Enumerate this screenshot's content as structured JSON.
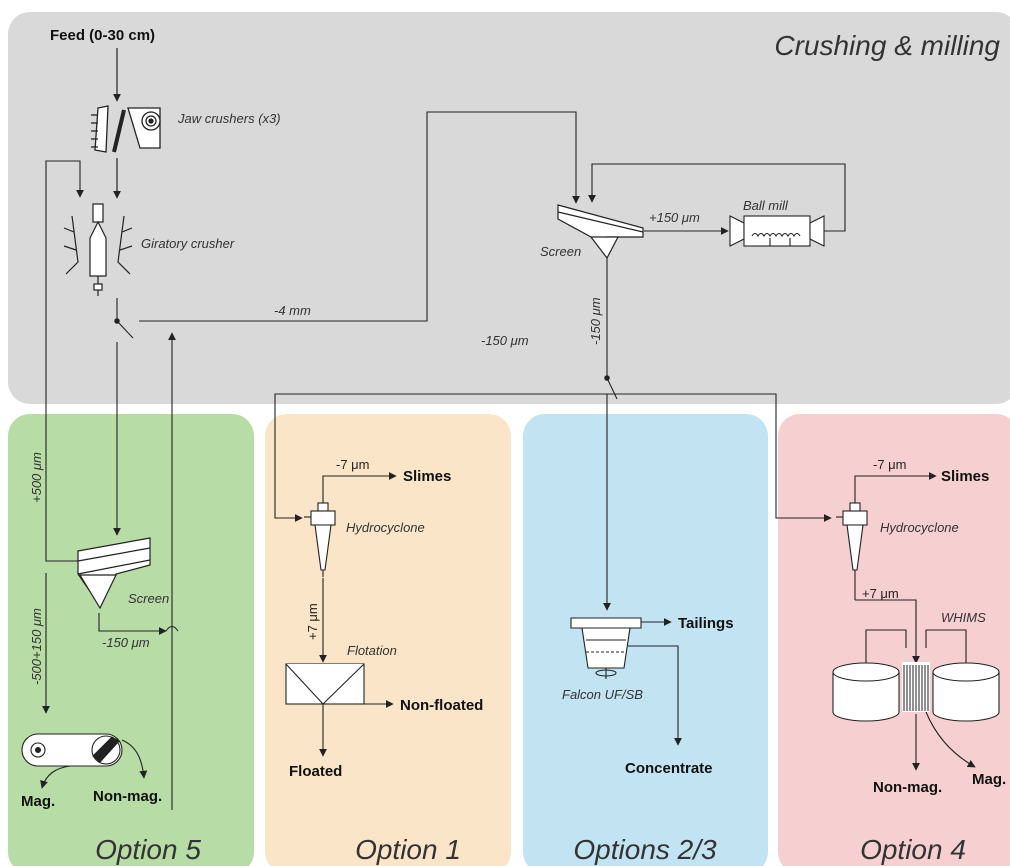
{
  "colors": {
    "crushing_bg": "#d9d9d9",
    "option5_bg": "#b7dca6",
    "option1_bg": "#fbe5c8",
    "option23_bg": "#c2e3f1",
    "option4_bg": "#f6cfd1",
    "line": "#222222"
  },
  "sections": {
    "crushing": "Crushing & milling",
    "option5": "Option 5",
    "option1": "Option 1",
    "option23": "Options 2/3",
    "option4": "Option 4"
  },
  "crushing": {
    "feed": "Feed (0-30 cm)",
    "jaw": "Jaw crushers (x3)",
    "giratory": "Giratory crusher",
    "screen": "Screen",
    "ball_mill": "Ball mill",
    "plus150": "+150 μm",
    "minus150_vertical": "-150 μm",
    "minus4mm": "-4 mm",
    "minus150": "-150 μm"
  },
  "option5": {
    "plus500": "+500 μm",
    "range": "-500+150 μm",
    "screen": "Screen",
    "minus150": "-150 μm",
    "mag": "Mag.",
    "nonmag": "Non-mag."
  },
  "option1": {
    "minus7": "-7 μm",
    "slimes": "Slimes",
    "hydrocyclone": "Hydrocyclone",
    "plus7": "+7 μm",
    "flotation": "Flotation",
    "nonfloated": "Non-floated",
    "floated": "Floated"
  },
  "option23": {
    "tailings": "Tailings",
    "falcon": "Falcon UF/SB",
    "concentrate": "Concentrate"
  },
  "option4": {
    "minus7": "-7 μm",
    "slimes": "Slimes",
    "hydrocyclone": "Hydrocyclone",
    "plus7": "+7 μm",
    "whims": "WHIMS",
    "mag": "Mag.",
    "nonmag": "Non-mag."
  }
}
